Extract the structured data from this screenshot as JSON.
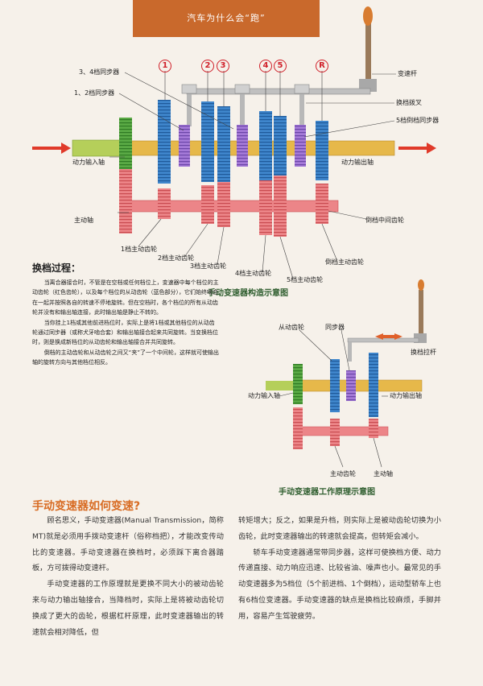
{
  "header": {
    "title": "汽车为什么会“跑”"
  },
  "diagram_top": {
    "gear_numbers": [
      "1",
      "2",
      "3",
      "4",
      "5",
      "R"
    ],
    "labels": {
      "sync_34": "3、4档同步器",
      "sync_12": "1、2档同步器",
      "shift_lever": "变速杆",
      "shift_fork": "换档拨叉",
      "sync_5r": "5档倒档同步器",
      "input_shaft": "动力输入轴",
      "output_shaft": "动力输出轴",
      "main_shaft": "主动轴",
      "reverse_idler": "倒档中间齿轮",
      "gear1": "1档主动齿轮",
      "gear2": "2档主动齿轮",
      "gear3": "3档主动齿轮",
      "gear4": "4档主动齿轮",
      "gear5": "5档主动齿轮",
      "gear_r": "倒档主动齿轮"
    },
    "caption": "手动变速器构造示意图"
  },
  "intro": {
    "title": "换档过程：",
    "paragraphs": [
      "当离合器接合时，不管是在空档或任何档位上，变速器中每个档位的主动齿轮（红色齿轮），以及每个档位的从动齿轮（蓝色部分），它们始终啮合在一起并按照各自的转速不停地旋转。但在空档时，各个档位的所有从动齿轮并没有和输出轴连接，此时输出轴是静止不转的。",
      "当你挂上1档或其他前进档位时，实际上是将1档或其他档位的从动齿轮通过同步器（或称犬牙啮合套）和输出轴接合起来共同旋转。当变换档位时，则是换成新档位的从动齿轮和输出轴接合并共同旋转。",
      "倒档的主动齿轮和从动齿轮之间又“夹”了一个中间轮，这样就可使输出轴的旋转方向与其他档位相反。"
    ]
  },
  "diagram_bottom": {
    "labels": {
      "driven_gear": "从动齿轮",
      "synchronizer": "同步器",
      "shift_rod": "换档拉杆",
      "input_shaft": "动力输入轴",
      "output_shaft": "动力输出轴",
      "drive_gear": "主动齿轮",
      "main_shaft": "主动轴"
    },
    "caption": "手动变速器工作原理示意图"
  },
  "article": {
    "title": "手动变速器如何变速?",
    "left_paragraphs": [
      "顾名思义，手动变速器(Manual Transmission，简称MT)就是必须用手拨动变速杆（俗称档把），才能改变传动比的变速器。手动变速器在换档时，必须踩下离合器踏板，方可拨得动变速杆。",
      "手动变速器的工作原理就是更换不同大小的被动齿轮来与动力输出轴接合，当降档时，实际上是将被动齿轮切换成了更大的齿轮，根据杠杆原理，此时变速器输出的转速就会相对降低，但"
    ],
    "right_cont": "转矩增大；反之，如果是升档，则实际上是被动齿轮切换为小齿轮，此时变速器输出的转速就会提高，但转矩会减小。",
    "right_paragraph": "轿车手动变速器通常带同步器，这样可使换档方便、动力传递直接、动力响应迅速、比较省油、噪声也小。最常见的手动变速器多为5档位（5个前进档、1个倒档），运动型轿车上也有6档位变速器。手动变速器的缺点是换档比较麻烦，手脚并用，容易产生驾驶疲劳。"
  },
  "colors": {
    "drive_gear": "#e8777a",
    "driven_gear": "#3f86cc",
    "synchronizer": "#9a6ad0",
    "output_shaft": "#e6b84a",
    "input_gear": "#5aaa45",
    "arrow": "#e03a2a",
    "accent": "#d86c24"
  }
}
